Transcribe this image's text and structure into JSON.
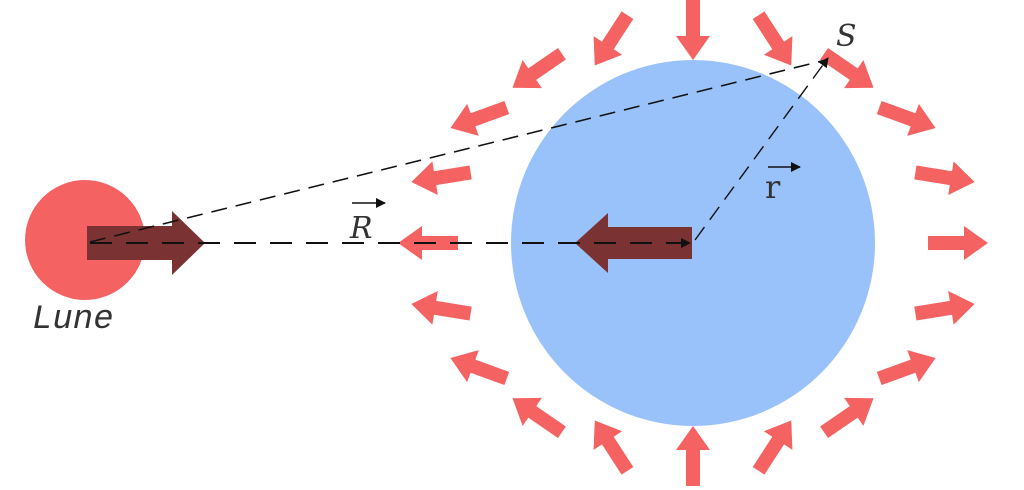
{
  "labels": {
    "moon": "Lune",
    "big_r": "R",
    "small_r": "r",
    "point": "S"
  },
  "tidal_arrows": {
    "count": 20
  },
  "colors": {
    "earth": "#99c2fa",
    "moon": "#f46262",
    "tidal_arrow": "#f46262",
    "force_arrow": "#7a3232",
    "line": "#111111"
  }
}
